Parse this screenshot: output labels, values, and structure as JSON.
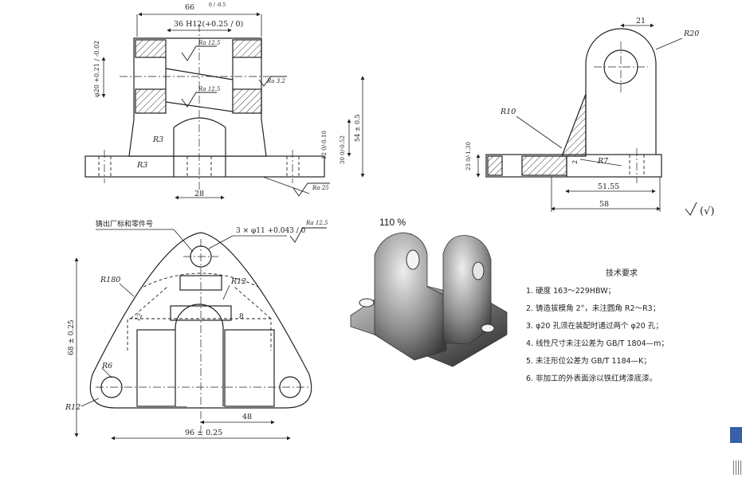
{
  "top_view": {
    "dim_overall_width": "66",
    "dim_overall_width_tol": "0 / -0.5",
    "dim_bore_fit": "36 H12(+0.25 / 0)",
    "dim_pin_dia": "φ20 +0.21 / -0.02",
    "roughness_a": "Ra 12.5",
    "roughness_b": "Ra 3.2",
    "roughness_c": "Ra 12.5",
    "roughness_base": "Ra 25",
    "radius_a": "R3",
    "radius_b": "R3",
    "dim_slot_width": "28",
    "dim_height": "54 ± 0.5",
    "dim_base_thickness": "12 0/-0.10",
    "dim_center_height": "30 0/-0.52"
  },
  "side_view": {
    "dim_top": "21",
    "radius_top": "R20",
    "radius_fillet": "R10",
    "radius_small": "R7",
    "dim_web": "2",
    "dim_flange": "23 0/-1.30",
    "dim_length_a": "51.55",
    "dim_length_b": "58",
    "surface_symbol": "(√)"
  },
  "plan_view": {
    "label_mark": "铸出厂标和零件号",
    "dim_holes": "3 × φ11 +0.043 / 0",
    "roughness_holes": "Ra 12.5",
    "radius_large": "R180",
    "radius_mid": "R12",
    "radius_small": "R6",
    "radius_corner": "R12",
    "dim_a": "12",
    "dim_b": "8",
    "dim_height": "68 ± 0.25",
    "dim_inner": "48",
    "dim_outer": "96 ± 0.25"
  },
  "viewer": {
    "zoom_label": "110 %"
  },
  "notes": {
    "title": "技术要求",
    "items": [
      "1. 硬度 163～229HBW；",
      "2. 铸造拔模角 2°，未注圆角 R2～R3；",
      "3. φ20 孔须在装配时通过两个 φ20 孔；",
      "4. 线性尺寸未注公差为 GB/T 1804—m；",
      "5. 未注形位公差为 GB/T 1184—K；",
      "6. 非加工的外表面涂以铁红烤漆底漆。"
    ]
  }
}
